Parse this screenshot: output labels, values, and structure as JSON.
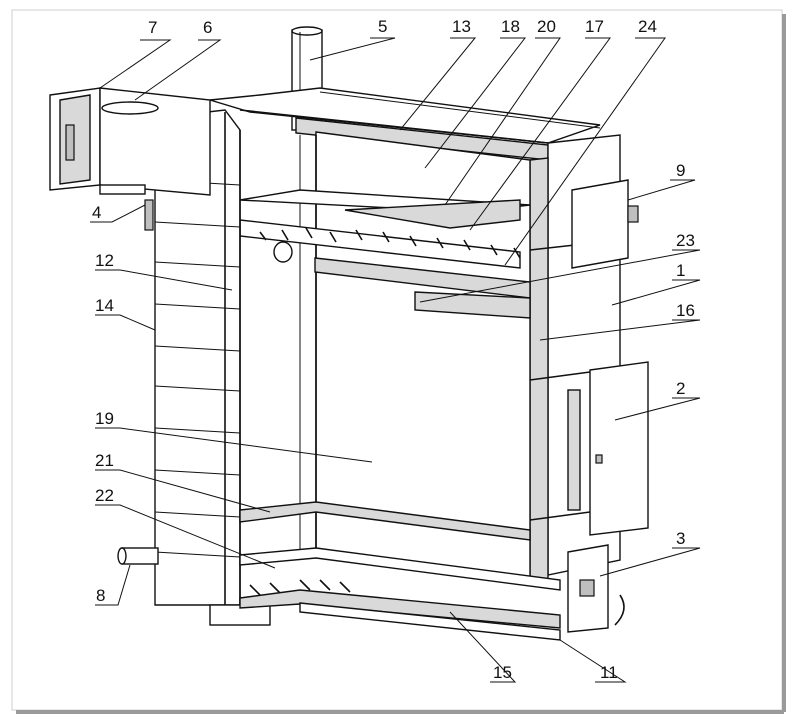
{
  "figure": {
    "labels": [
      {
        "id": "label-7",
        "text": "7"
      },
      {
        "id": "label-6",
        "text": "6"
      },
      {
        "id": "label-5",
        "text": "5"
      },
      {
        "id": "label-13",
        "text": "13"
      },
      {
        "id": "label-18",
        "text": "18"
      },
      {
        "id": "label-20",
        "text": "20"
      },
      {
        "id": "label-17",
        "text": "17"
      },
      {
        "id": "label-24",
        "text": "24"
      },
      {
        "id": "label-9",
        "text": "9"
      },
      {
        "id": "label-4",
        "text": "4"
      },
      {
        "id": "label-23",
        "text": "23"
      },
      {
        "id": "label-12",
        "text": "12"
      },
      {
        "id": "label-1",
        "text": "1"
      },
      {
        "id": "label-14",
        "text": "14"
      },
      {
        "id": "label-16",
        "text": "16"
      },
      {
        "id": "label-2",
        "text": "2"
      },
      {
        "id": "label-19",
        "text": "19"
      },
      {
        "id": "label-21",
        "text": "21"
      },
      {
        "id": "label-22",
        "text": "22"
      },
      {
        "id": "label-3",
        "text": "3"
      },
      {
        "id": "label-8",
        "text": "8"
      },
      {
        "id": "label-15",
        "text": "15"
      },
      {
        "id": "label-11",
        "text": "11"
      }
    ]
  }
}
